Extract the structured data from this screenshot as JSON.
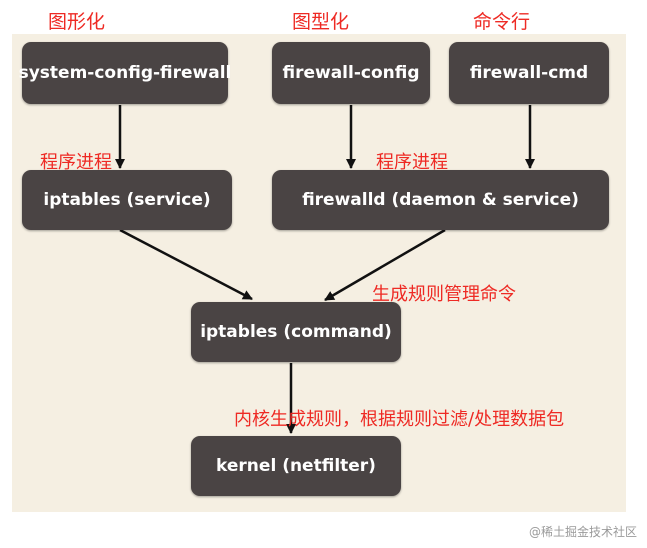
{
  "nodes": {
    "system_config_firewall": "system-config-firewall",
    "firewall_config": "firewall-config",
    "firewall_cmd": "firewall-cmd",
    "iptables_service": "iptables (service)",
    "firewalld_service": "firewalld (daemon & service)",
    "iptables_command": "iptables (command)",
    "kernel": "kernel (netfilter)"
  },
  "labels": {
    "graphical_1": "图形化",
    "graphical_2": "图型化",
    "command_line": "命令行",
    "process_1": "程序进程",
    "process_2": "程序进程",
    "generate_rules": "生成规则管理命令",
    "kernel_note": "内核生成规则，根据规则过滤/处理数据包"
  },
  "watermark": "@稀土掘金技术社区",
  "colors": {
    "node_fill": "#4a4444",
    "node_text": "#ffffff",
    "annotation": "#ee2a24",
    "background": "#f5efe2",
    "arrow": "#111111"
  }
}
